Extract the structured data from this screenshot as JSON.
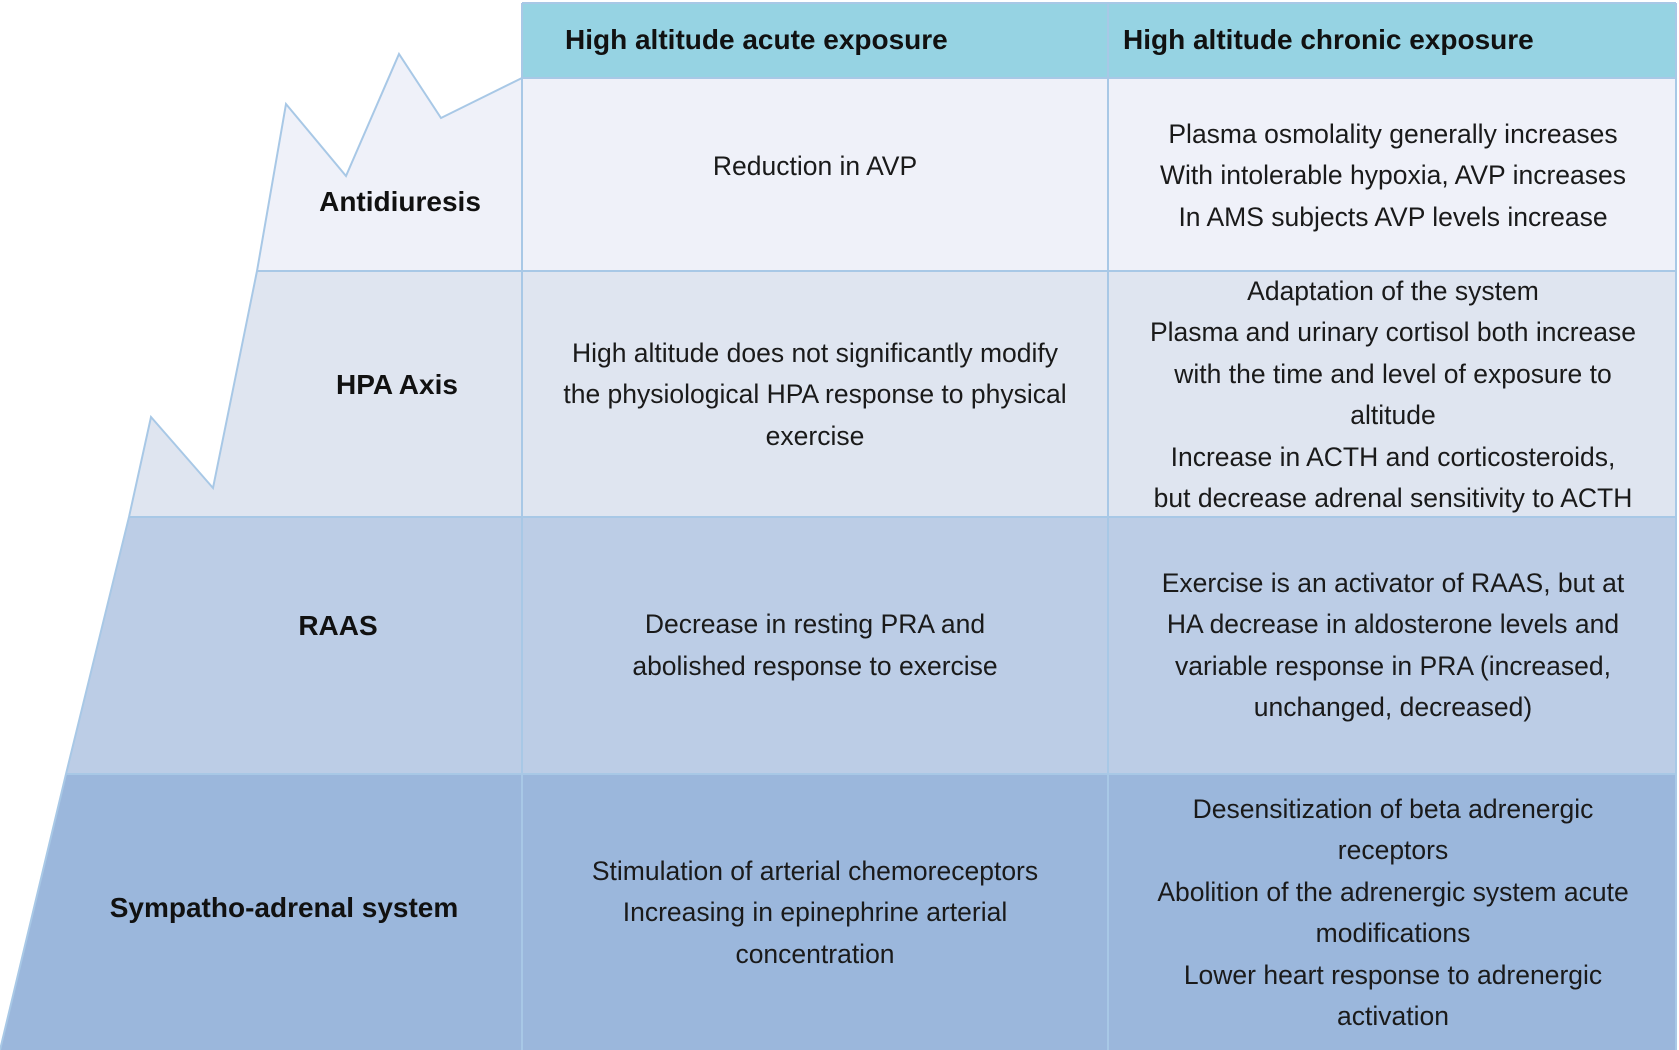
{
  "colors": {
    "header": "#96d3e3",
    "row_antidiuresis": "#eff1f9",
    "row_hpa": "#dfe5f0",
    "row_raas": "#bccde6",
    "row_sympatho": "#9bb7dc",
    "border": "#a8c8e6"
  },
  "header": {
    "acute": "High altitude acute exposure",
    "chronic": "High altitude chronic exposure"
  },
  "rows": [
    {
      "label": "Antidiuresis",
      "acute": [
        "Reduction in AVP"
      ],
      "chronic": [
        "Plasma osmolality generally increases",
        "With intolerable hypoxia, AVP increases",
        "In AMS subjects AVP levels increase"
      ]
    },
    {
      "label": "HPA Axis",
      "acute": [
        "High altitude does not significantly modify",
        "the physiological HPA response to physical",
        "exercise"
      ],
      "chronic": [
        "Adaptation of the system",
        "Plasma and urinary cortisol both increase",
        "with the time and level of exposure to",
        "altitude",
        "Increase in ACTH and corticosteroids,",
        "but decrease adrenal sensitivity to ACTH"
      ]
    },
    {
      "label": "RAAS",
      "acute": [
        "Decrease in resting PRA and",
        "abolished response to exercise"
      ],
      "chronic": [
        "Exercise is an activator of RAAS, but at",
        "HA decrease in aldosterone levels and",
        "variable response in PRA (increased,",
        "unchanged, decreased)"
      ]
    },
    {
      "label": "Sympatho-adrenal system",
      "acute": [
        "Stimulation of arterial chemoreceptors",
        "Increasing in epinephrine arterial",
        "concentration"
      ],
      "chronic": [
        "Desensitization of beta adrenergic",
        "receptors",
        "Abolition of the adrenergic system acute",
        "modifications",
        "Lower heart response to adrenergic",
        "activation"
      ]
    }
  ]
}
